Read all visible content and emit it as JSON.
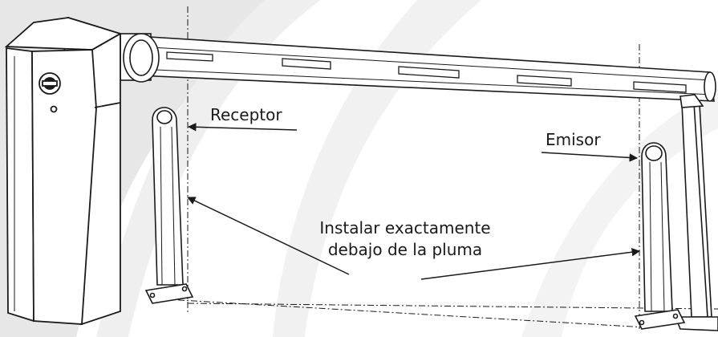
{
  "labels": {
    "receptor": "Receptor",
    "emisor": "Emisor",
    "install_line1": "Instalar exactamente",
    "install_line2": "debajo de la pluma"
  },
  "colors": {
    "background": "#ffffff",
    "swoosh": "#e3e3e3",
    "stroke": "#1a1a1a"
  }
}
